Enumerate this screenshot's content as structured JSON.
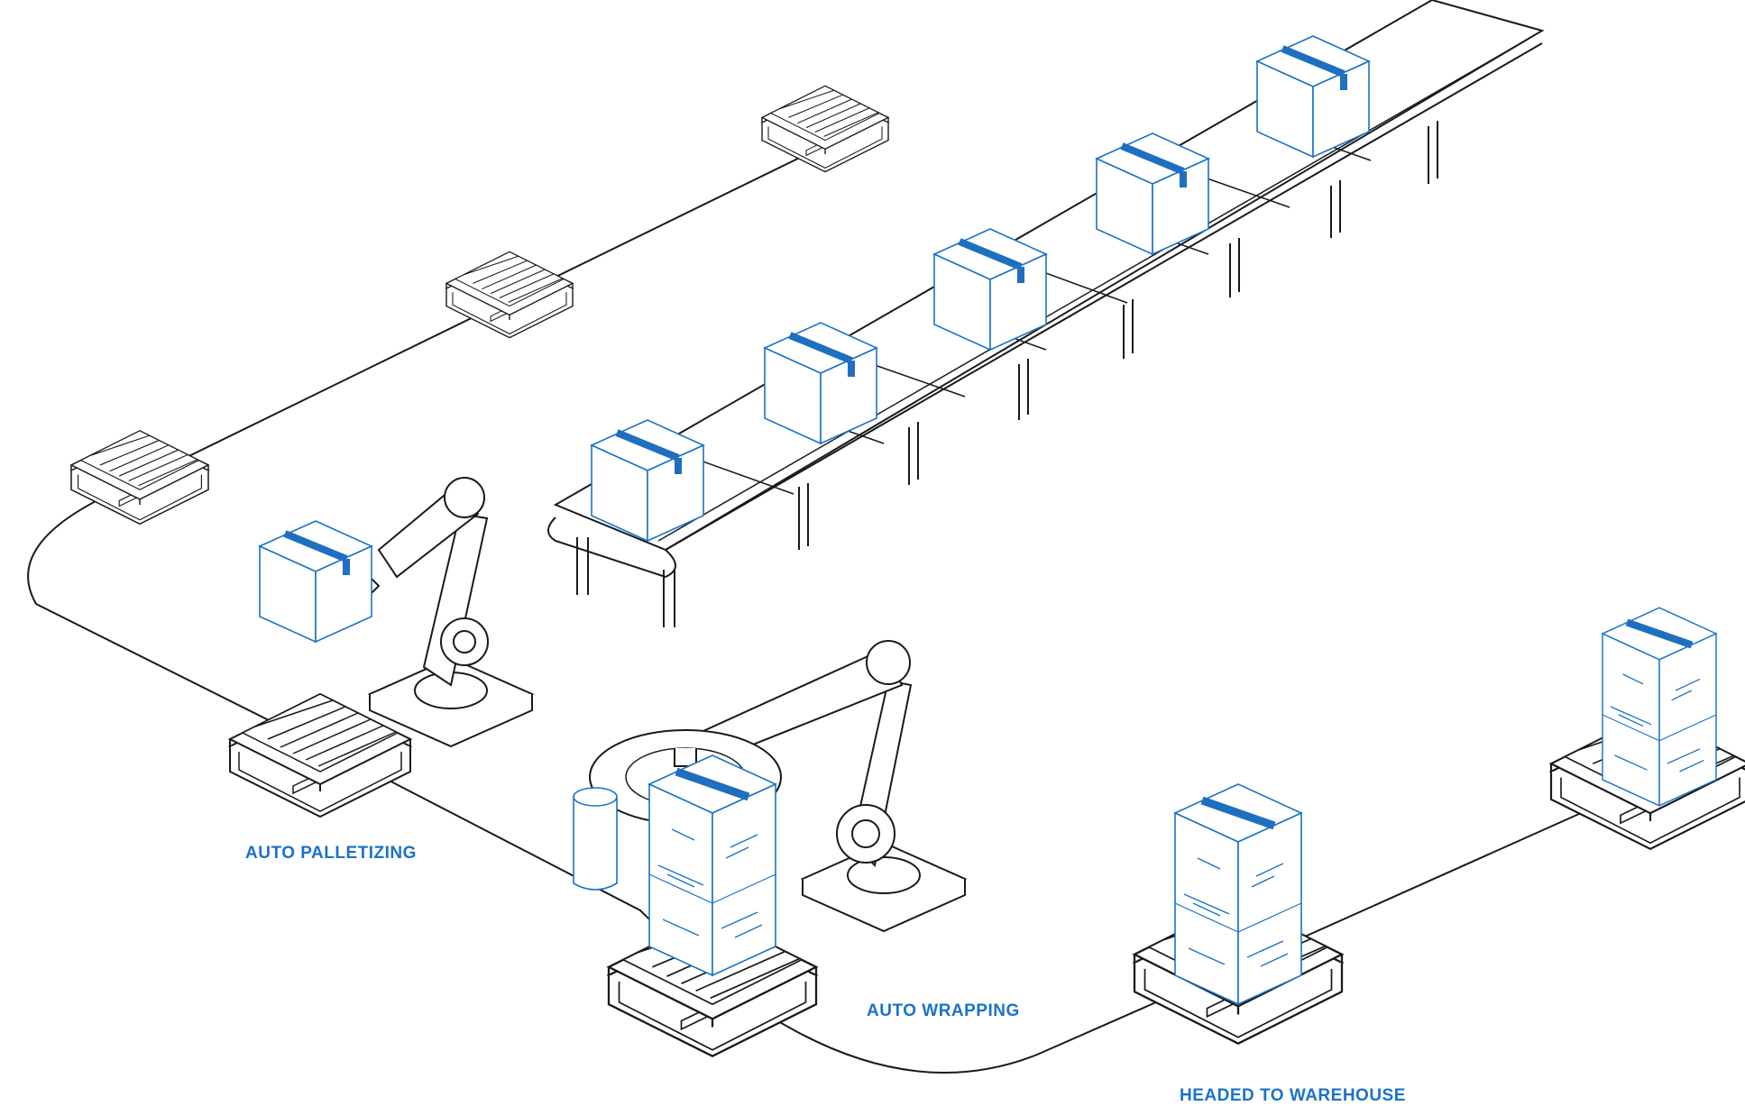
{
  "labels": {
    "palletizing": "AUTO PALLETIZING",
    "wrapping": "AUTO WRAPPING",
    "warehouse": "HEADED TO WAREHOUSE"
  },
  "colors": {
    "line": "#1a1a1a",
    "accent": "#1a73c8",
    "box_fill": "#d9eaf8",
    "tape": "#1f6fc0",
    "background": "#ffffff"
  },
  "icons": {
    "robot_arm": "robot-arm-icon",
    "pallet": "pallet-icon",
    "box": "box-icon",
    "conveyor": "conveyor-icon",
    "film_roll": "film-roll-icon"
  }
}
